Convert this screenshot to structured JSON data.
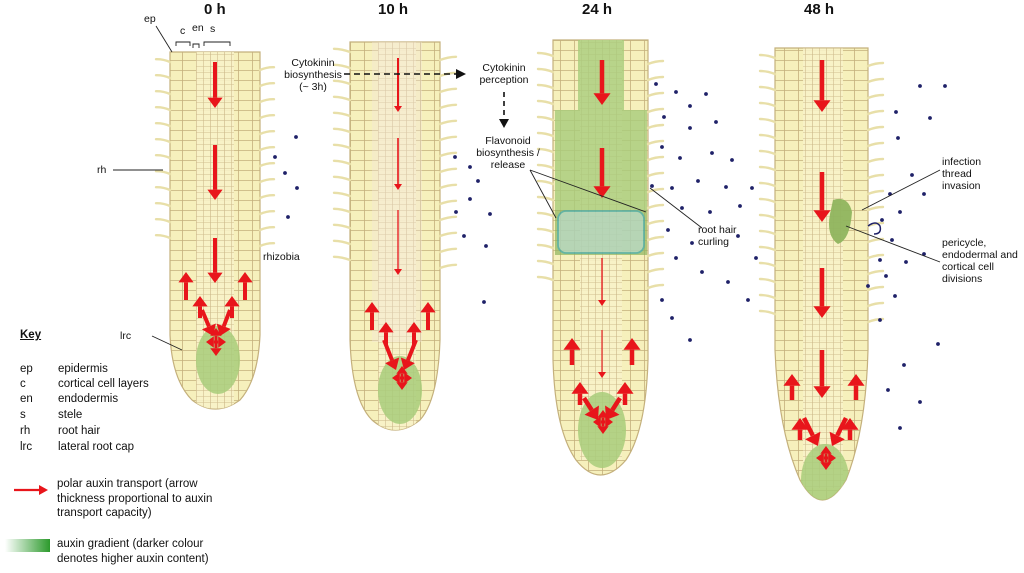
{
  "time_labels": [
    "0 h",
    "10 h",
    "24 h",
    "48 h"
  ],
  "tissue_labels": {
    "ep": "ep",
    "c": "c",
    "en": "en",
    "s": "s",
    "rh": "rh",
    "lrc": "lrc",
    "rhizobia": "rhizobia"
  },
  "process_labels": {
    "cytokinin_biosynthesis": [
      "Cytokinin",
      "biosynthesis",
      "(~ 3h)"
    ],
    "cytokinin_perception": [
      "Cytokinin",
      "perception"
    ],
    "flavonoid": [
      "Flavonoid",
      "biosynthesis /",
      "release"
    ],
    "root_hair_curling": [
      "root hair",
      "curling"
    ],
    "infection_thread": [
      "infection",
      "thread",
      "invasion"
    ],
    "cell_divisions": [
      "pericycle,",
      "endodermal and",
      "cortical cell",
      "divisions"
    ]
  },
  "key": {
    "title": "Key",
    "entries": [
      {
        "abbr": "ep",
        "meaning": "epidermis"
      },
      {
        "abbr": "c",
        "meaning": "cortical cell layers"
      },
      {
        "abbr": "en",
        "meaning": "endodermis"
      },
      {
        "abbr": "s",
        "meaning": "stele"
      },
      {
        "abbr": "rh",
        "meaning": "root hair"
      },
      {
        "abbr": "lrc",
        "meaning": "lateral root cap"
      }
    ],
    "auxin_transport": [
      "polar auxin transport (arrow",
      "thickness proportional to auxin",
      "transport capacity)"
    ],
    "auxin_gradient": [
      "auxin gradient (darker colour",
      "denotes higher auxin content)"
    ]
  },
  "colors": {
    "root_fill": "#f6f0bc",
    "cell_line": "#c4b07c",
    "root_hair": "#e8dfa8",
    "auxin_green": "#a8cc7a",
    "auxin_green_dark": "#8fb45e",
    "arrow_red": "#e8151b",
    "rhizobia": "#1f2168",
    "highlight_box": "#2aa7c6",
    "text": "#111111"
  }
}
